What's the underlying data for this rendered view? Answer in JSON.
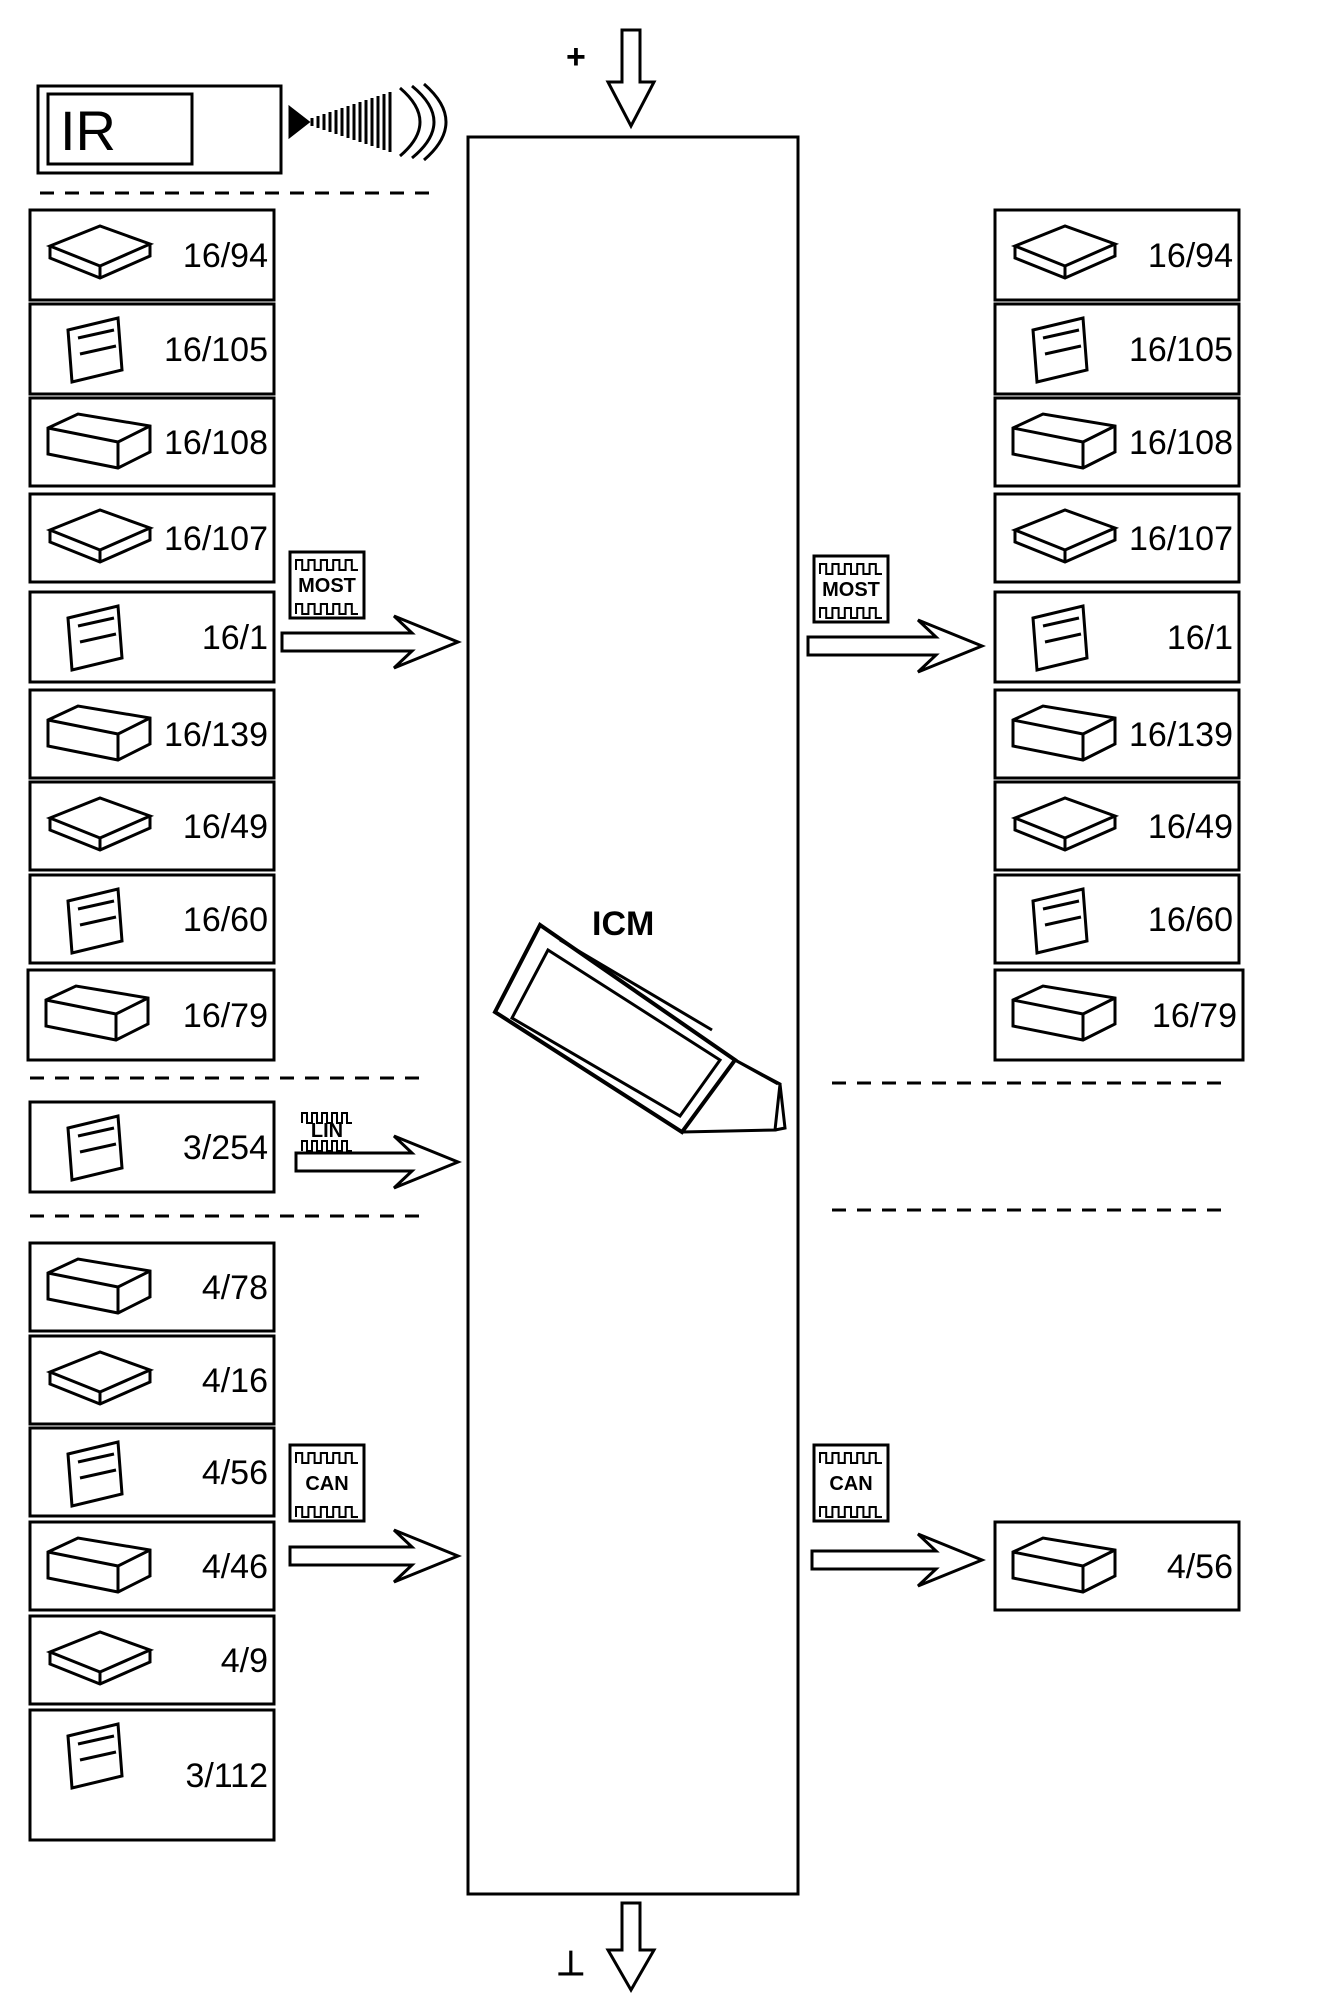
{
  "supply": {
    "plus_symbol": "+",
    "ground_symbol": "⊥"
  },
  "ir": {
    "label": "IR"
  },
  "center": {
    "label": "ICM"
  },
  "buses": {
    "most": "MOST",
    "lin": "LIN",
    "can": "CAN"
  },
  "left_most_modules": [
    "16/94",
    "16/105",
    "16/108",
    "16/107",
    "16/1",
    "16/139",
    "16/49",
    "16/60",
    "16/79"
  ],
  "right_most_modules": [
    "16/94",
    "16/105",
    "16/108",
    "16/107",
    "16/1",
    "16/139",
    "16/49",
    "16/60",
    "16/79"
  ],
  "left_lin_modules": [
    "3/254"
  ],
  "left_can_modules": [
    "4/78",
    "4/16",
    "4/56",
    "4/46",
    "4/9",
    "3/112"
  ],
  "right_can_modules": [
    "4/56"
  ],
  "icons": {
    "supply": "arrow-down-icon",
    "ground": "ground-arrow-icon",
    "ir_waves": "ir-signal-icon",
    "module": "control-unit-icon",
    "display": "display-unit-icon"
  },
  "colors": {
    "line": "#000000",
    "background": "#ffffff"
  }
}
